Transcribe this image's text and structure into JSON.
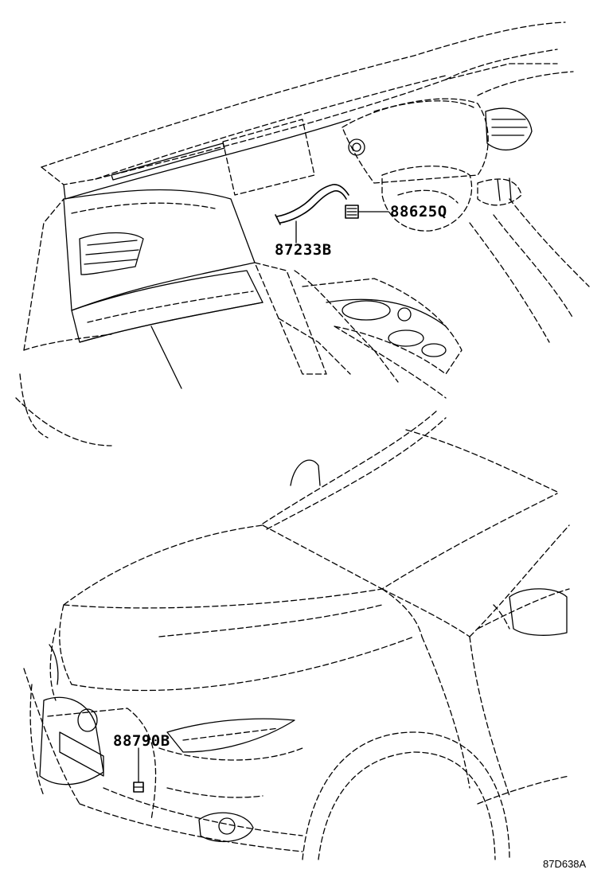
{
  "parts": [
    {
      "id": "88625Q"
    },
    {
      "id": "87233B"
    },
    {
      "id": "88790B"
    }
  ],
  "figure_code": "87D638A",
  "colors": {
    "line": "#000000",
    "background": "#ffffff"
  }
}
